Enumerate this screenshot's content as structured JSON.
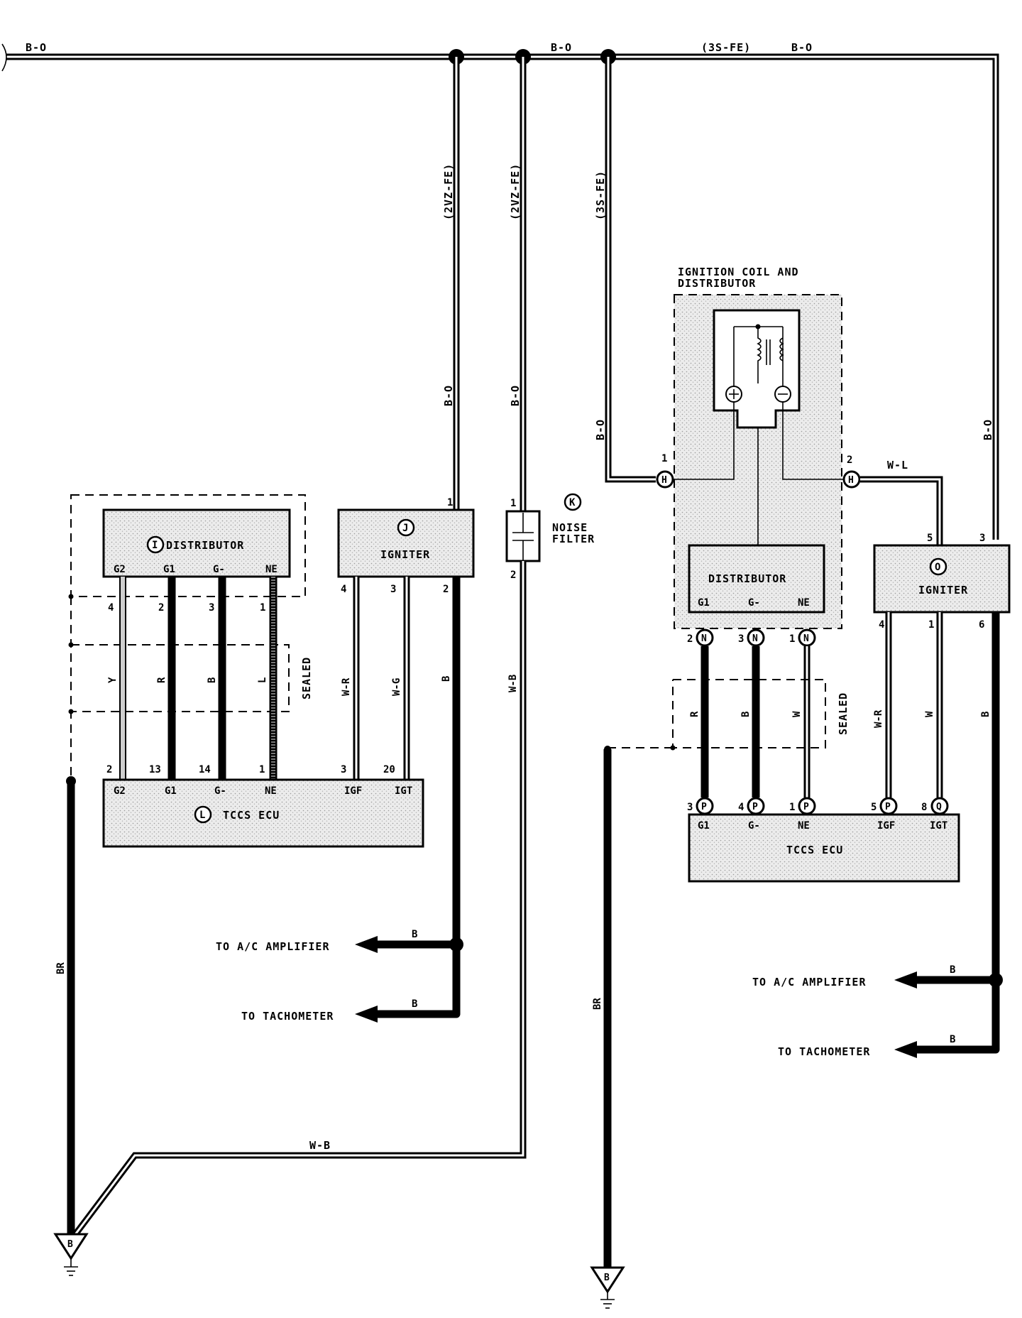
{
  "colors": {
    "ink": "#000000",
    "paper": "#ffffff",
    "stipple": "#d6d6d6"
  },
  "bus": {
    "left_label": "B-O",
    "mid_label": "B-O",
    "engine_label": "(3S-FE)",
    "right_label": "B-O"
  },
  "left": {
    "wire_2vz_a": "(2VZ-FE)",
    "wire_2vz_b": "(2VZ-FE)",
    "wire_bo_a": "B-O",
    "wire_bo_b": "B-O",
    "distributor": {
      "letter": "I",
      "title": "DISTRIBUTOR",
      "terms": [
        "G2",
        "G1",
        "G-",
        "NE"
      ]
    },
    "igniter": {
      "letter": "J",
      "title": "IGNITER",
      "pin1": "1",
      "pin2": "2",
      "pin3": "3",
      "pin4": "4"
    },
    "noise_filter": {
      "letter": "K",
      "line1": "NOISE",
      "line2": "FILTER",
      "pin1": "1",
      "pin2": "2"
    },
    "sealed": "SEALED",
    "dist_pins_top": [
      "4",
      "2",
      "3",
      "1"
    ],
    "wire_colors": [
      "Y",
      "R",
      "B",
      "L"
    ],
    "ig_wire_colors": [
      "W-R",
      "W-G"
    ],
    "ig_out_color": "B",
    "nf_out_color": "W-B",
    "ecu_pins_top": [
      "2",
      "13",
      "14",
      "1",
      "3",
      "20"
    ],
    "ecu": {
      "letter": "L",
      "title": "TCCS ECU",
      "terms": [
        "G2",
        "G1",
        "G-",
        "NE",
        "IGF",
        "IGT"
      ]
    },
    "to_ac": "TO A/C AMPLIFIER",
    "to_ac_color": "B",
    "to_tach": "TO TACHOMETER",
    "to_tach_color": "B",
    "ground_wire": "BR",
    "wb_wire": "W-B",
    "ground_letter": "B"
  },
  "right": {
    "wire_3s": "(3S-FE)",
    "wire_bo_left": "B-O",
    "wire_bo_right": "B-O",
    "coil_title_line1": "IGNITION COIL AND",
    "coil_title_line2": "DISTRIBUTOR",
    "conn_h": "H",
    "conn_h_pin1": "1",
    "conn_h_pin2": "2",
    "wl_color": "W-L",
    "distributor": {
      "title": "DISTRIBUTOR",
      "terms": [
        "G1",
        "G-",
        "NE"
      ]
    },
    "conn_n": "N",
    "n_pins": [
      "2",
      "3",
      "1"
    ],
    "wire_colors": [
      "R",
      "B",
      "W"
    ],
    "sealed": "SEALED",
    "igniter": {
      "letter": "O",
      "title": "IGNITER",
      "pin5": "5",
      "pin3": "3",
      "pin4": "4",
      "pin1": "1",
      "pin6": "6"
    },
    "ig_wire_colors": [
      "W-R",
      "W"
    ],
    "ig_out_color": "B",
    "conn_p": "P",
    "conn_q": "Q",
    "p_pins": [
      "3",
      "4",
      "1",
      "5"
    ],
    "q_pin": "8",
    "ecu": {
      "title": "TCCS ECU",
      "terms": [
        "G1",
        "G-",
        "NE",
        "IGF",
        "IGT"
      ]
    },
    "to_ac": "TO A/C AMPLIFIER",
    "to_ac_color": "B",
    "to_tach": "TO TACHOMETER",
    "to_tach_color": "B",
    "ground_wire": "BR",
    "ground_letter": "B"
  }
}
